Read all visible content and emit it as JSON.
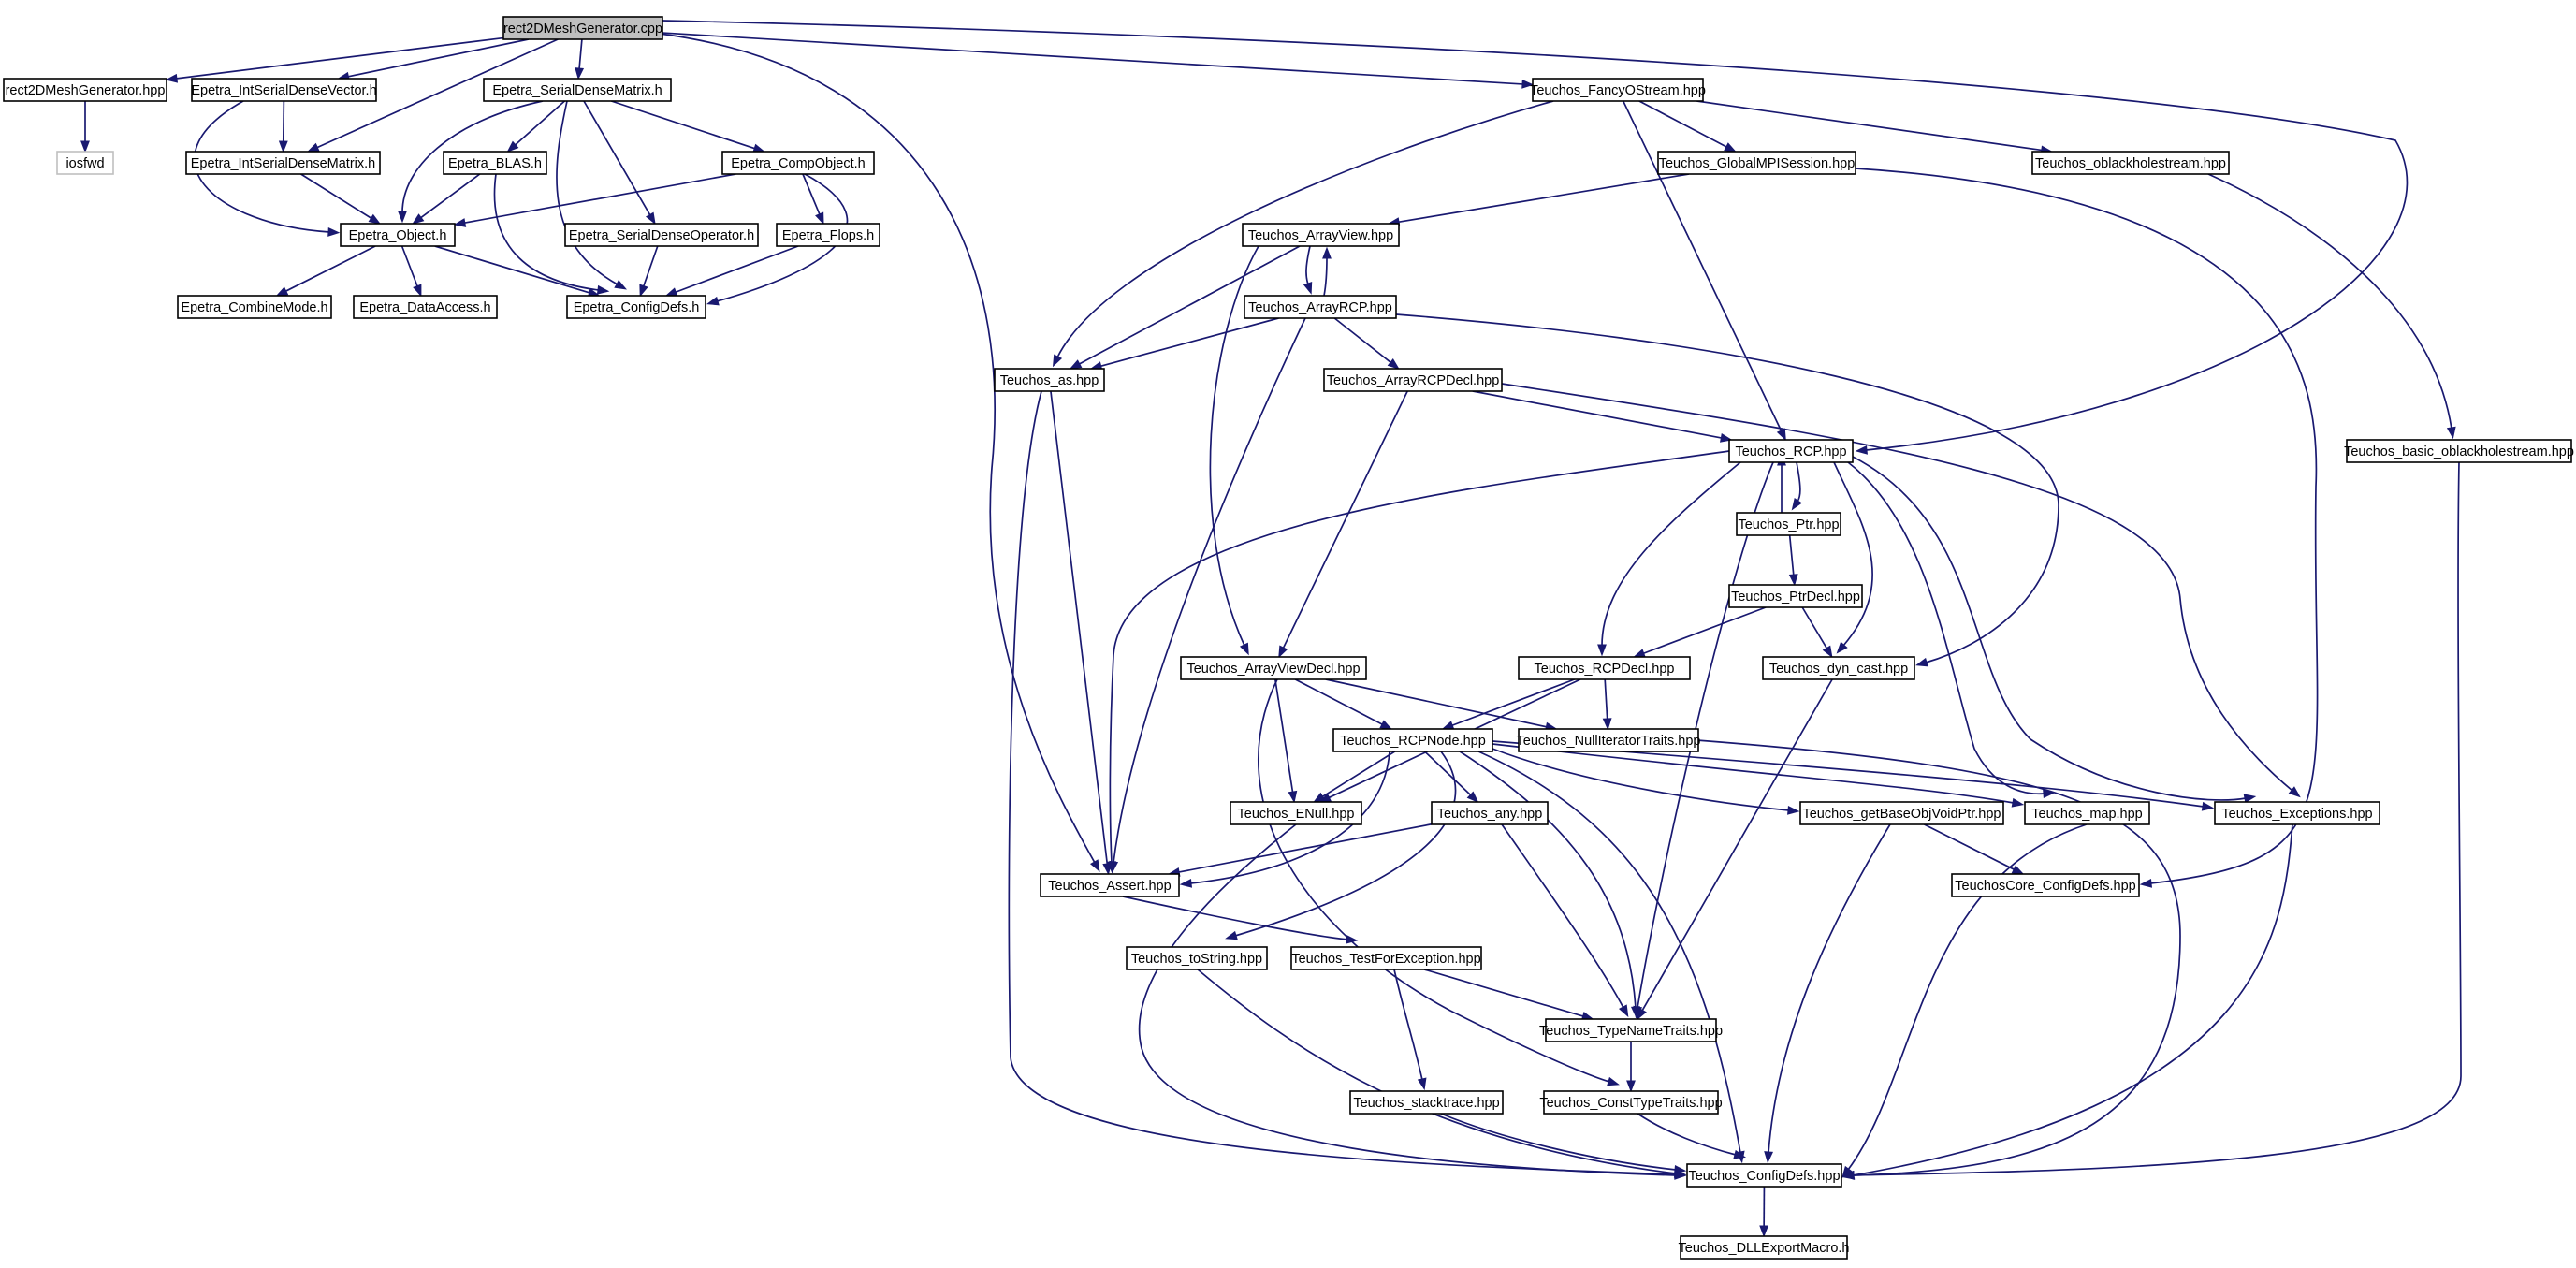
{
  "nodes": {
    "rect2D_cpp": {
      "label": "rect2DMeshGenerator.cpp",
      "root": true
    },
    "rect2D_hpp": {
      "label": "rect2DMeshGenerator.hpp"
    },
    "iosfwd": {
      "label": "iosfwd",
      "external": true
    },
    "IntSerialDenseVector": {
      "label": "Epetra_IntSerialDenseVector.h"
    },
    "IntSerialDenseMatrix": {
      "label": "Epetra_IntSerialDenseMatrix.h"
    },
    "SerialDenseMatrix": {
      "label": "Epetra_SerialDenseMatrix.h"
    },
    "BLAS": {
      "label": "Epetra_BLAS.h"
    },
    "CompObject": {
      "label": "Epetra_CompObject.h"
    },
    "Object": {
      "label": "Epetra_Object.h"
    },
    "SerialDenseOperator": {
      "label": "Epetra_SerialDenseOperator.h"
    },
    "Flops": {
      "label": "Epetra_Flops.h"
    },
    "CombineMode": {
      "label": "Epetra_CombineMode.h"
    },
    "DataAccess": {
      "label": "Epetra_DataAccess.h"
    },
    "Epetra_ConfigDefs": {
      "label": "Epetra_ConfigDefs.h"
    },
    "FancyOStream": {
      "label": "Teuchos_FancyOStream.hpp"
    },
    "GlobalMPISession": {
      "label": "Teuchos_GlobalMPISession.hpp"
    },
    "oblackholestream": {
      "label": "Teuchos_oblackholestream.hpp"
    },
    "ArrayView": {
      "label": "Teuchos_ArrayView.hpp"
    },
    "ArrayRCP": {
      "label": "Teuchos_ArrayRCP.hpp"
    },
    "as": {
      "label": "Teuchos_as.hpp"
    },
    "ArrayRCPDecl": {
      "label": "Teuchos_ArrayRCPDecl.hpp"
    },
    "RCP": {
      "label": "Teuchos_RCP.hpp"
    },
    "basic_oblackholestream": {
      "label": "Teuchos_basic_oblackholestream.hpp"
    },
    "Ptr": {
      "label": "Teuchos_Ptr.hpp"
    },
    "PtrDecl": {
      "label": "Teuchos_PtrDecl.hpp"
    },
    "ArrayViewDecl": {
      "label": "Teuchos_ArrayViewDecl.hpp"
    },
    "RCPDecl": {
      "label": "Teuchos_RCPDecl.hpp"
    },
    "dyn_cast": {
      "label": "Teuchos_dyn_cast.hpp"
    },
    "RCPNode": {
      "label": "Teuchos_RCPNode.hpp"
    },
    "NullIteratorTraits": {
      "label": "Teuchos_NullIteratorTraits.hpp"
    },
    "ENull": {
      "label": "Teuchos_ENull.hpp"
    },
    "any": {
      "label": "Teuchos_any.hpp"
    },
    "getBaseObjVoidPtr": {
      "label": "Teuchos_getBaseObjVoidPtr.hpp"
    },
    "map": {
      "label": "Teuchos_map.hpp"
    },
    "Exceptions": {
      "label": "Teuchos_Exceptions.hpp"
    },
    "Assert": {
      "label": "Teuchos_Assert.hpp"
    },
    "TeuchosCore_ConfigDefs": {
      "label": "TeuchosCore_ConfigDefs.hpp"
    },
    "toString": {
      "label": "Teuchos_toString.hpp"
    },
    "TestForException": {
      "label": "Teuchos_TestForException.hpp"
    },
    "TypeNameTraits": {
      "label": "Teuchos_TypeNameTraits.hpp"
    },
    "stacktrace": {
      "label": "Teuchos_stacktrace.hpp"
    },
    "ConstTypeTraits": {
      "label": "Teuchos_ConstTypeTraits.hpp"
    },
    "Teuchos_ConfigDefs": {
      "label": "Teuchos_ConfigDefs.hpp"
    },
    "DLLExportMacro": {
      "label": "Teuchos_DLLExportMacro.h"
    }
  },
  "edges": [
    [
      "rect2D_cpp",
      "rect2D_hpp"
    ],
    [
      "rect2D_cpp",
      "IntSerialDenseVector"
    ],
    [
      "rect2D_cpp",
      "IntSerialDenseMatrix"
    ],
    [
      "rect2D_cpp",
      "SerialDenseMatrix"
    ],
    [
      "rect2D_cpp",
      "Assert"
    ],
    [
      "rect2D_cpp",
      "FancyOStream"
    ],
    [
      "rect2D_cpp",
      "RCP"
    ],
    [
      "rect2D_hpp",
      "iosfwd"
    ],
    [
      "IntSerialDenseVector",
      "IntSerialDenseMatrix"
    ],
    [
      "IntSerialDenseVector",
      "Object"
    ],
    [
      "IntSerialDenseMatrix",
      "Object"
    ],
    [
      "SerialDenseMatrix",
      "Object"
    ],
    [
      "SerialDenseMatrix",
      "BLAS"
    ],
    [
      "SerialDenseMatrix",
      "CompObject"
    ],
    [
      "SerialDenseMatrix",
      "SerialDenseOperator"
    ],
    [
      "SerialDenseMatrix",
      "Epetra_ConfigDefs"
    ],
    [
      "BLAS",
      "Object"
    ],
    [
      "BLAS",
      "Epetra_ConfigDefs"
    ],
    [
      "CompObject",
      "Object"
    ],
    [
      "CompObject",
      "Flops"
    ],
    [
      "CompObject",
      "Epetra_ConfigDefs"
    ],
    [
      "Object",
      "CombineMode"
    ],
    [
      "Object",
      "DataAccess"
    ],
    [
      "Object",
      "Epetra_ConfigDefs"
    ],
    [
      "SerialDenseOperator",
      "Epetra_ConfigDefs"
    ],
    [
      "Flops",
      "Epetra_ConfigDefs"
    ],
    [
      "FancyOStream",
      "GlobalMPISession"
    ],
    [
      "FancyOStream",
      "oblackholestream"
    ],
    [
      "FancyOStream",
      "as"
    ],
    [
      "FancyOStream",
      "RCP"
    ],
    [
      "GlobalMPISession",
      "ArrayView"
    ],
    [
      "GlobalMPISession",
      "TeuchosCore_ConfigDefs"
    ],
    [
      "oblackholestream",
      "basic_oblackholestream"
    ],
    [
      "ArrayView",
      "ArrayRCP"
    ],
    [
      "ArrayView",
      "as"
    ],
    [
      "ArrayView",
      "ArrayViewDecl"
    ],
    [
      "ArrayRCP",
      "ArrayView"
    ],
    [
      "ArrayRCP",
      "as"
    ],
    [
      "ArrayRCP",
      "ArrayRCPDecl"
    ],
    [
      "ArrayRCP",
      "Assert"
    ],
    [
      "ArrayRCP",
      "dyn_cast"
    ],
    [
      "as",
      "Assert"
    ],
    [
      "as",
      "Teuchos_ConfigDefs"
    ],
    [
      "ArrayRCPDecl",
      "RCP"
    ],
    [
      "ArrayRCPDecl",
      "ArrayViewDecl"
    ],
    [
      "ArrayRCPDecl",
      "Exceptions"
    ],
    [
      "RCP",
      "Ptr"
    ],
    [
      "RCP",
      "RCPDecl"
    ],
    [
      "RCP",
      "dyn_cast"
    ],
    [
      "RCP",
      "Assert"
    ],
    [
      "RCP",
      "TypeNameTraits"
    ],
    [
      "RCP",
      "map"
    ],
    [
      "RCP",
      "Exceptions"
    ],
    [
      "Ptr",
      "RCP"
    ],
    [
      "Ptr",
      "PtrDecl"
    ],
    [
      "PtrDecl",
      "RCPDecl"
    ],
    [
      "PtrDecl",
      "dyn_cast"
    ],
    [
      "basic_oblackholestream",
      "Teuchos_ConfigDefs"
    ],
    [
      "ArrayViewDecl",
      "RCPNode"
    ],
    [
      "ArrayViewDecl",
      "NullIteratorTraits"
    ],
    [
      "ArrayViewDecl",
      "ENull"
    ],
    [
      "ArrayViewDecl",
      "ConstTypeTraits"
    ],
    [
      "RCPDecl",
      "RCPNode"
    ],
    [
      "RCPDecl",
      "NullIteratorTraits"
    ],
    [
      "RCPDecl",
      "ENull"
    ],
    [
      "dyn_cast",
      "TypeNameTraits"
    ],
    [
      "RCPNode",
      "ENull"
    ],
    [
      "RCPNode",
      "any"
    ],
    [
      "RCPNode",
      "Assert"
    ],
    [
      "RCPNode",
      "getBaseObjVoidPtr"
    ],
    [
      "RCPNode",
      "map"
    ],
    [
      "RCPNode",
      "Exceptions"
    ],
    [
      "RCPNode",
      "TypeNameTraits"
    ],
    [
      "RCPNode",
      "toString"
    ],
    [
      "RCPNode",
      "Teuchos_ConfigDefs"
    ],
    [
      "NullIteratorTraits",
      "Teuchos_ConfigDefs"
    ],
    [
      "ENull",
      "Teuchos_ConfigDefs"
    ],
    [
      "any",
      "Assert"
    ],
    [
      "any",
      "TypeNameTraits"
    ],
    [
      "getBaseObjVoidPtr",
      "TeuchosCore_ConfigDefs"
    ],
    [
      "getBaseObjVoidPtr",
      "Teuchos_ConfigDefs"
    ],
    [
      "map",
      "Teuchos_ConfigDefs"
    ],
    [
      "Exceptions",
      "Teuchos_ConfigDefs"
    ],
    [
      "Assert",
      "TestForException"
    ],
    [
      "toString",
      "Teuchos_ConfigDefs"
    ],
    [
      "TestForException",
      "TypeNameTraits"
    ],
    [
      "TestForException",
      "stacktrace"
    ],
    [
      "TypeNameTraits",
      "ConstTypeTraits"
    ],
    [
      "stacktrace",
      "Teuchos_ConfigDefs"
    ],
    [
      "ConstTypeTraits",
      "Teuchos_ConfigDefs"
    ],
    [
      "Teuchos_ConfigDefs",
      "DLLExportMacro"
    ]
  ]
}
